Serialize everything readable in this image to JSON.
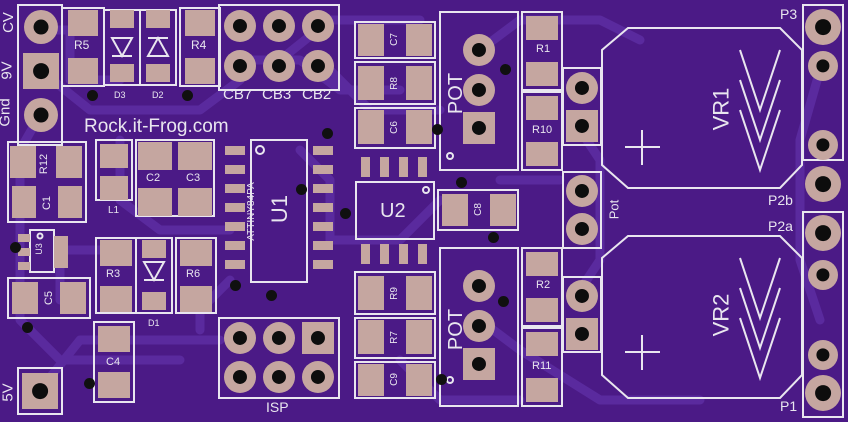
{
  "board": {
    "title": "Rock.it-Frog.com",
    "colors": {
      "mask": "#4b1a86",
      "trace": "#5a2a9e",
      "pad": "#c5a6a0",
      "silk": "#e9e6ef",
      "drill": "#0d0d0d"
    }
  },
  "connectors": {
    "cv": "CV",
    "v9": "9V",
    "gnd": "Gnd",
    "v5": "5V",
    "isp": "ISP",
    "cb7": "CB7",
    "cb3": "CB3",
    "cb2": "CB2",
    "p3": "P3",
    "p2b": "P2b",
    "p2a": "P2a",
    "p1": "P1",
    "pot": "Pot"
  },
  "components": {
    "r5": "R5",
    "r4": "R4",
    "d3": "D3",
    "d2": "D2",
    "d1": "D1",
    "r12": "R12",
    "c1": "C1",
    "c2": "C2",
    "c3": "C3",
    "l1": "L1",
    "u3": "U3",
    "c5": "C5",
    "r3": "R3",
    "r6": "R6",
    "c4": "C4",
    "u1": "U1",
    "u1_part": "ATTINY84PA",
    "c7": "C7",
    "r8": "R8",
    "c6": "C6",
    "u2": "U2",
    "r9": "R9",
    "r7": "R7",
    "c9": "C9",
    "c8": "C8",
    "pot_top": "POT",
    "pot_bottom": "POT",
    "r1": "R1",
    "r10": "R10",
    "r2": "R2",
    "r11": "R11",
    "vr1": "VR1",
    "vr2": "VR2"
  }
}
